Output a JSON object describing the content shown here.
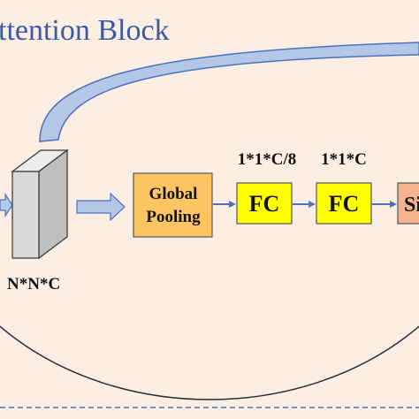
{
  "title": "ttention Block",
  "tensor": {
    "label": "N*N*C"
  },
  "global_pooling": {
    "line1": "Global",
    "line2": "Pooling"
  },
  "fc1": {
    "label": "FC",
    "dim": "1*1*C/8"
  },
  "fc2": {
    "label": "FC",
    "dim": "1*1*C"
  },
  "sigmoid": {
    "label": "Si"
  },
  "colors": {
    "background": "#fdeee4",
    "title": "#3a5aa6",
    "pool_fill": "#fdc561",
    "fc_fill": "#ffff00",
    "sig_fill": "#f6b48e",
    "arrow": "#4a72c0",
    "block_arrow_fill": "#b4c7e7",
    "tensor_front": "#d9d9d9",
    "tensor_side": "#bfbfbf",
    "tensor_top": "#ececec"
  }
}
